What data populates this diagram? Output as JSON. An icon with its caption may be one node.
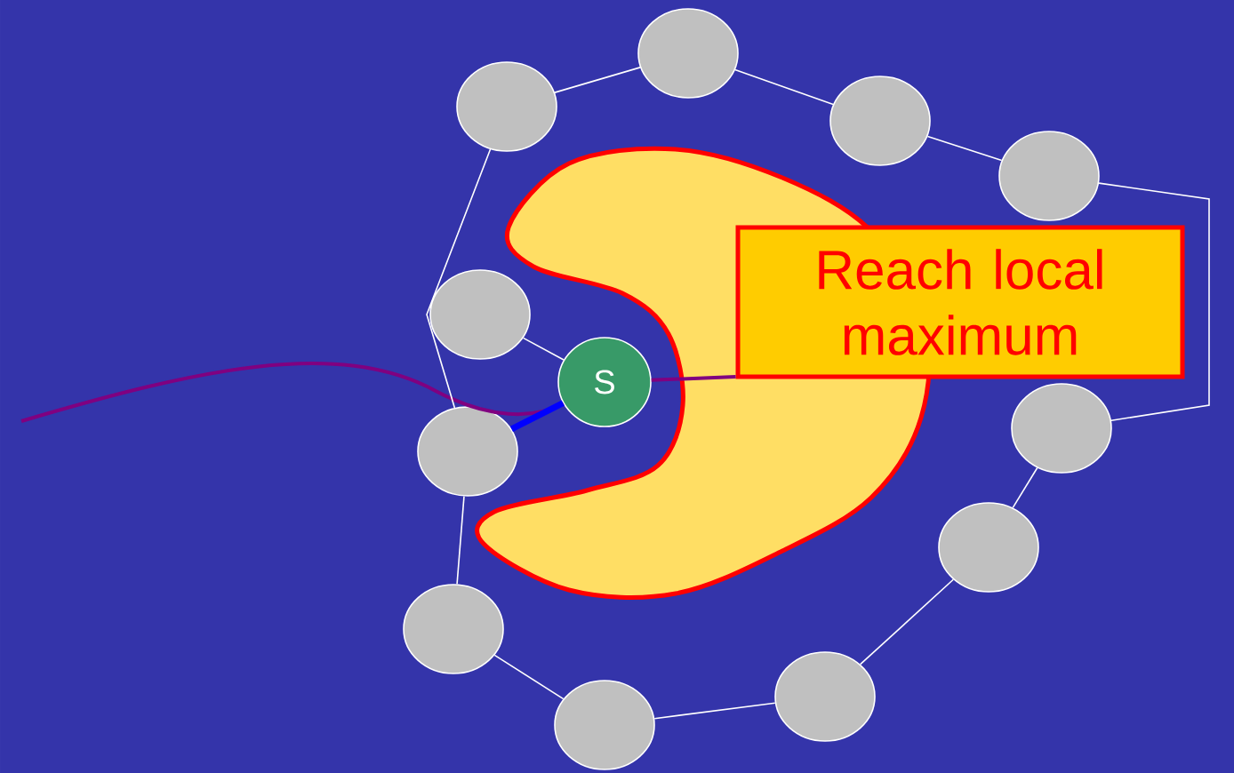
{
  "diagram": {
    "nodes": [
      {
        "text": [
          "Reach local maximum"
        ]
      },
      {
        "text": [
          "S"
        ]
      },
      {
        "text": [],
        "shape": "circle"
      },
      {
        "text": [],
        "shape": "circle"
      },
      {
        "text": [],
        "shape": "circle"
      },
      {
        "text": [],
        "shape": "circle"
      },
      {
        "text": [],
        "shape": "circle"
      },
      {
        "text": [],
        "shape": "circle"
      },
      {
        "text": [],
        "shape": "circle"
      },
      {
        "text": [],
        "shape": "circle"
      },
      {
        "text": [],
        "shape": "circle"
      },
      {
        "text": [],
        "shape": "circle"
      },
      {
        "text": [],
        "shape": "circle"
      }
    ],
    "edges": [
      {
        "from": null,
        "to": 1,
        "arrow": "none",
        "color": "#800080"
      },
      {
        "from": 1,
        "to": 0,
        "arrow": "none",
        "color": "#800080"
      },
      {
        "from": 2,
        "to": 3,
        "arrow": "none"
      },
      {
        "from": 3,
        "to": 4,
        "arrow": "none"
      },
      {
        "from": 4,
        "to": 5,
        "arrow": "none"
      },
      {
        "from": 5,
        "to": 6,
        "arrow": "none"
      },
      {
        "from": 6,
        "to": 7,
        "arrow": "none"
      },
      {
        "from": 7,
        "to": 8,
        "arrow": "none"
      },
      {
        "from": 8,
        "to": 9,
        "arrow": "none"
      },
      {
        "from": 9,
        "to": 10,
        "arrow": "none"
      },
      {
        "from": 10,
        "to": 11,
        "arrow": "none"
      },
      {
        "from": 11,
        "to": 2,
        "arrow": "none"
      },
      {
        "from": 12,
        "to": 1,
        "arrow": "none"
      },
      {
        "from": 11,
        "to": 1,
        "arrow": "none",
        "style": "thick",
        "color": "#0000ff"
      }
    ]
  }
}
